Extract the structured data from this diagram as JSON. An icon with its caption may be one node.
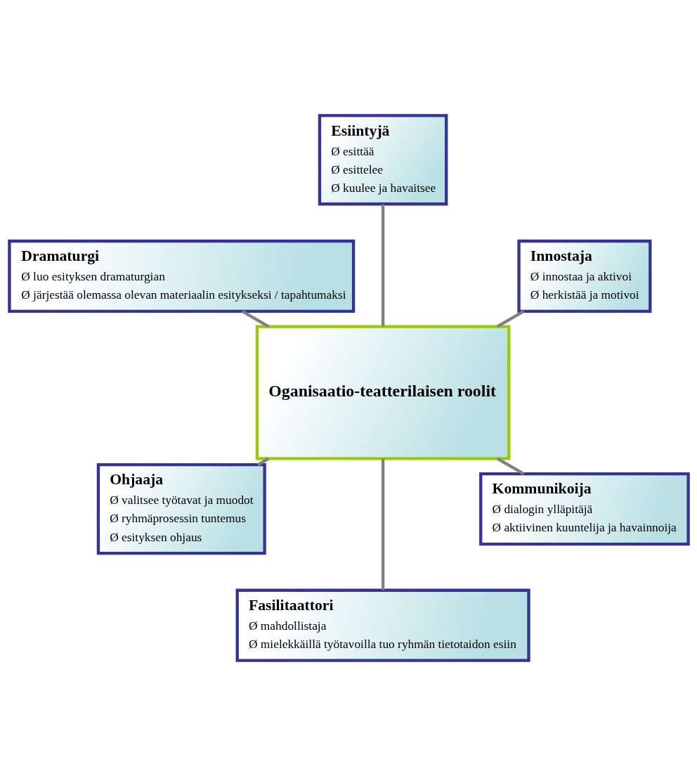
{
  "diagram": {
    "nodes": [
      {
        "text": [
          "Innostaja",
          "Ø innostaa ja aktivoi",
          "Ø herkistää ja motivoi"
        ]
      },
      {
        "text": [
          "Esiintyjä",
          "Ø esittää",
          "Ø esittelee",
          "Ø kuulee ja havaitsee"
        ]
      },
      {
        "text": [
          "Dramaturgi",
          "Ø luo esityksen dramaturgian",
          "Ø järjestää olemassa olevan materiaalin esitykseksi / tapahtumaksi"
        ]
      },
      {
        "text": [
          "Oganisaatio-teatterilaisen roolit"
        ]
      },
      {
        "text": [
          "Ohjaaja",
          "Ø valitsee työtavat ja muodot",
          "Ø ryhmäprosessin tuntemus",
          "Ø esityksen ohjaus"
        ]
      },
      {
        "text": [
          "Fasilitaattori",
          "Ø mahdollistaja",
          "Ø mielekkäillä työtavoilla tuo ryhmän tietotaidon esiin"
        ]
      },
      {
        "text": [
          "Kommunikoija",
          "Ø dialogin ylläpitäjä",
          "Ø aktiivinen kuuntelija ja havainnoija"
        ]
      }
    ],
    "edges": [
      {
        "from": 3,
        "to": 0,
        "arrow": "none"
      },
      {
        "from": 3,
        "to": 1,
        "arrow": "none"
      },
      {
        "from": 3,
        "to": 2,
        "arrow": "none"
      },
      {
        "from": 3,
        "to": 4,
        "arrow": "none"
      },
      {
        "from": 3,
        "to": 5,
        "arrow": "none"
      },
      {
        "from": 3,
        "to": 6,
        "arrow": "none"
      }
    ]
  }
}
